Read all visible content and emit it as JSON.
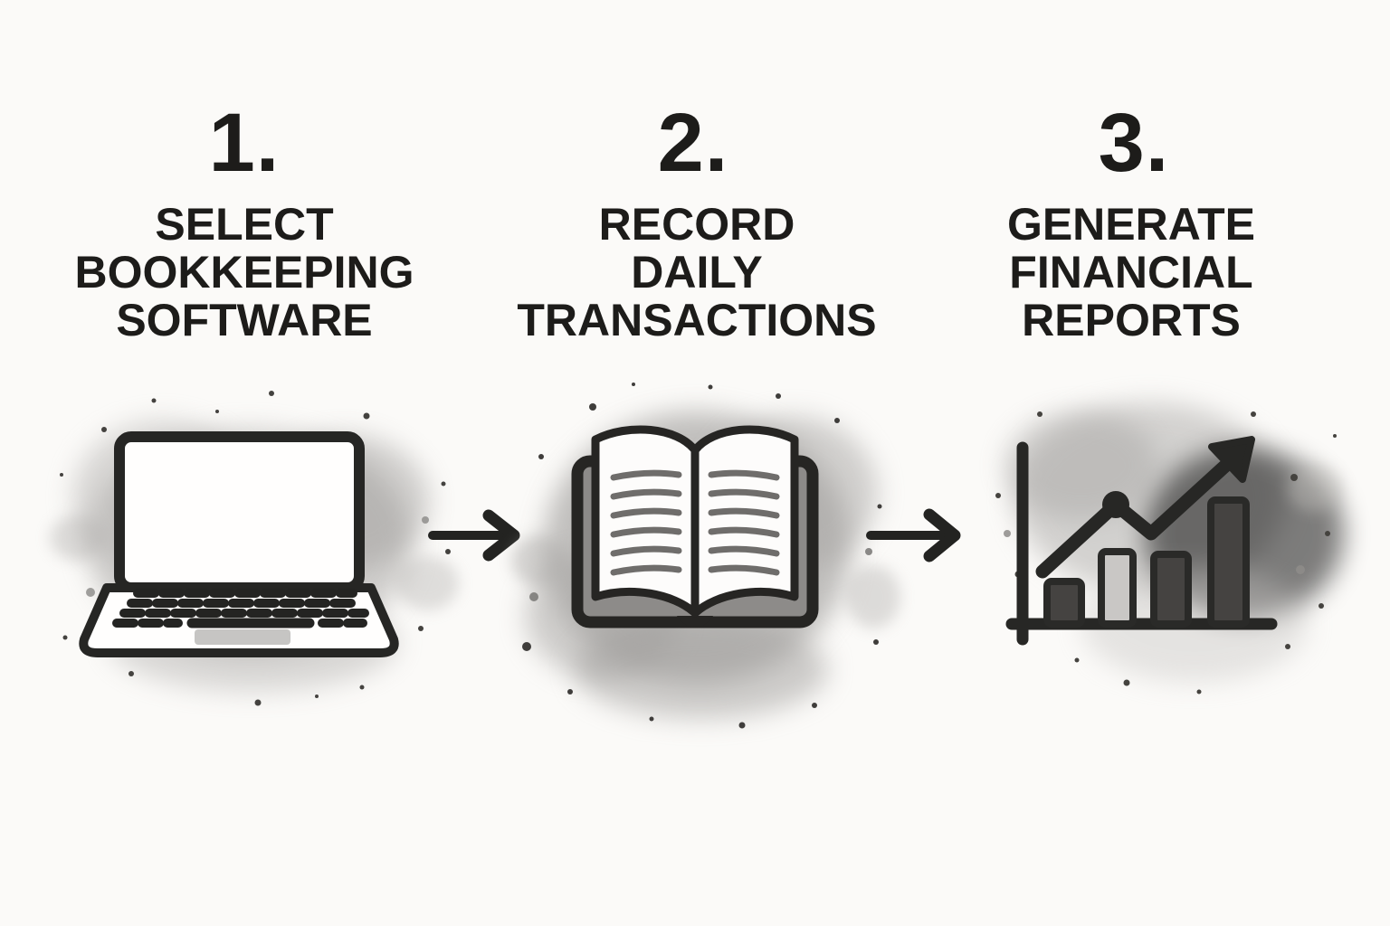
{
  "page": {
    "background_color": "#fbfaf8",
    "ink_color": "#1d1c1a",
    "wash_gray": "#a9a7a5",
    "bar_light_gray": "#c9c7c5",
    "trackpad_gray": "#c6c5c3"
  },
  "steps": [
    {
      "number": "1.",
      "title_lines": [
        "SELECT",
        "BOOKKEEPING",
        "SOFTWARE"
      ],
      "icon": "laptop-icon"
    },
    {
      "number": "2.",
      "title_lines": [
        "RECORD",
        "DAILY",
        "TRANSACTIONS"
      ],
      "icon": "open-book-icon"
    },
    {
      "number": "3.",
      "title_lines": [
        "GENERATE",
        "FINANCIAL",
        "REPORTS"
      ],
      "icon": "bar-chart-icon"
    }
  ],
  "connectors": [
    {
      "icon": "arrow-right-icon",
      "from": "step-1",
      "to": "step-2"
    },
    {
      "icon": "arrow-right-icon",
      "from": "step-2",
      "to": "step-3"
    }
  ]
}
